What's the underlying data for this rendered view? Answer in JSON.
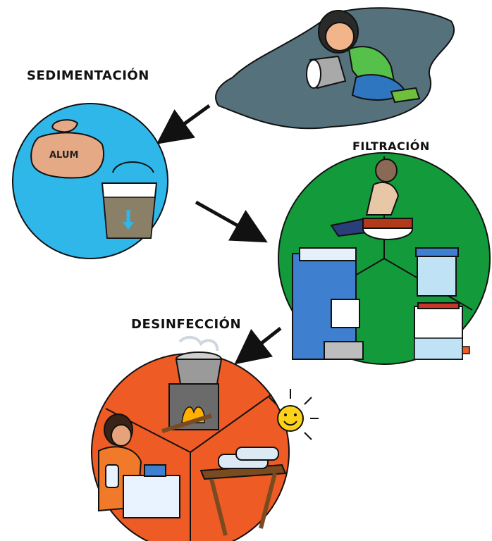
{
  "stages": {
    "sedimentation": {
      "label": "SEDIMENTACIÓN",
      "bag_label": "ALUM"
    },
    "filtration": {
      "label": "FILTRACIÓN"
    },
    "disinfection": {
      "label": "DESINFECCIÓN"
    }
  },
  "colors": {
    "sedimentation_circle": "#2fb7ea",
    "filtration_circle": "#139a3b",
    "disinfection_circle": "#ef5b24",
    "puddle": "#54717c",
    "outline": "#111111"
  }
}
